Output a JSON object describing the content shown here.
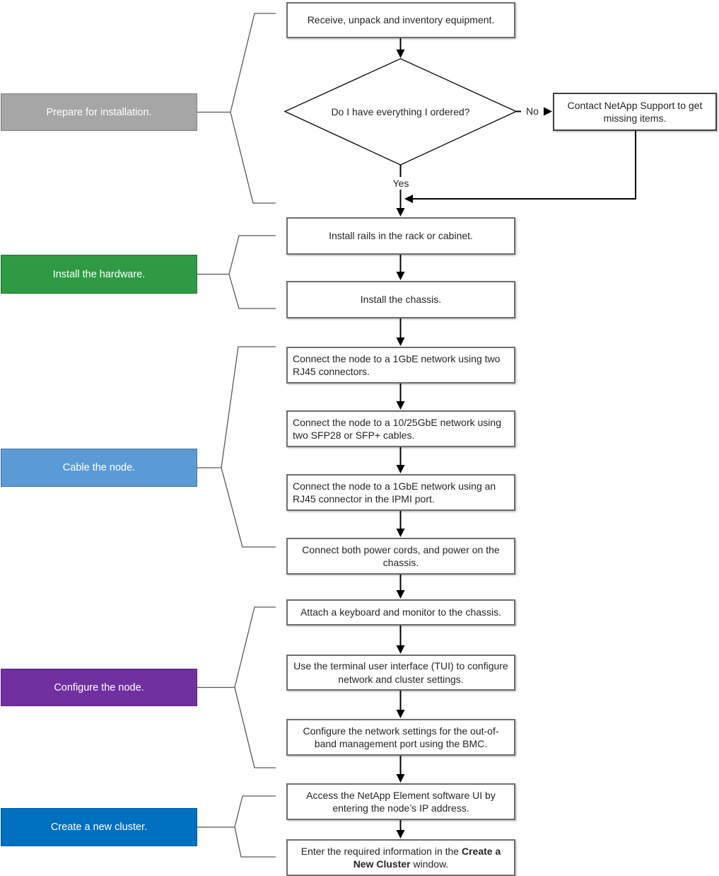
{
  "phases": [
    {
      "label": "Prepare for installation.",
      "color": "#a6a6a6",
      "border": "#7f7f7f"
    },
    {
      "label": "Install the hardware.",
      "color": "#2f9a44",
      "border": "#1f7030"
    },
    {
      "label": "Cable the node.",
      "color": "#5b9bd5",
      "border": "#41719c"
    },
    {
      "label": "Configure the node.",
      "color": "#7030a0",
      "border": "#582280"
    },
    {
      "label": "Create a new cluster.",
      "color": "#0070c0",
      "border": "#005a9b"
    }
  ],
  "decision": {
    "question": "Do I have everything I ordered?",
    "yes_label": "Yes",
    "no_label": "No"
  },
  "support": {
    "text": "Contact NetApp Support to get missing items."
  },
  "steps": [
    {
      "text": "Receive, unpack and inventory equipment."
    },
    {
      "text": "Install rails in the rack or cabinet."
    },
    {
      "text": "Install the chassis."
    },
    {
      "text": "Connect the node to a 1GbE network using two RJ45 connectors."
    },
    {
      "text": "Connect the node to a 10/25GbE network using two SFP28 or SFP+ cables."
    },
    {
      "text": "Connect the node to a 1GbE network using an RJ45 connector in the IPMI port."
    },
    {
      "text": "Connect both power cords, and power on the chassis."
    },
    {
      "text": "Attach a keyboard and monitor to the chassis."
    },
    {
      "text": "Use the terminal user interface (TUI) to configure network and cluster settings."
    },
    {
      "text": "Configure the network settings for the out-of-band management port using the BMC."
    },
    {
      "text": "Access the NetApp Element software UI by entering the node’s IP address."
    }
  ],
  "final_step": {
    "pre": "Enter the required information in the ",
    "bold": "Create a New Cluster",
    "post": " window."
  },
  "colors": {
    "arrow": "#000000",
    "brace": "#595959",
    "step_border": "#6e6e6e"
  }
}
